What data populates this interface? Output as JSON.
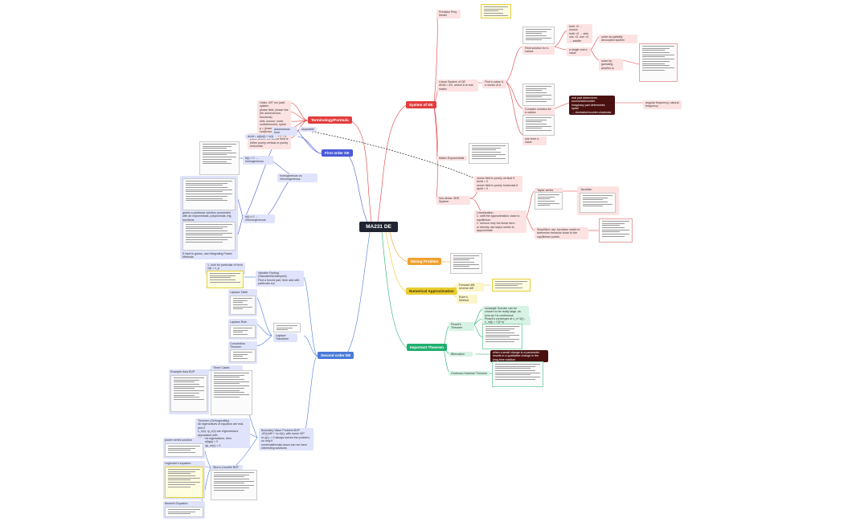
{
  "root": {
    "label": "MA231 DE"
  },
  "colors": {
    "system": "#e23d3d",
    "terminology": "#e23d3d",
    "first_order": "#4a5ad8",
    "second_order": "#4a7ad8",
    "mixing": "#f0a030",
    "numerical": "#e8cc30",
    "theorems": "#1fae6e"
  },
  "terminology": {
    "label": "Terminology/Formula",
    "items": [
      "Order, IVP, ex/ partl. system",
      "phase field, phase line (for autonomous functions)",
      "sink, source, node, undetermined, spiral",
      "p = (trace) + root(trace) = root(trace)",
      "Null Clines: curves in the x-y plane where the vector field is either purely vertical or purely horizontal"
    ]
  },
  "system": {
    "label": "System of DE",
    "predator": "Predator Prey Model",
    "linear": "Linear System of DE\ndX/dt = AX, where A is real matrix",
    "find_eig": "Find e-value & e-vector of A",
    "real_sol": "Real solution for e-values",
    "complex_sol": "Complex solution for e-values",
    "one_term": "one term e-value",
    "both_source": "both >0 → source\nboth <0 → sink\none >0, one <0 → saddle",
    "partially": "solve as partially decoupled system",
    "single": "a single real e-value",
    "guessing": "solve by guessing another w",
    "complex_note": "real part determines source/sink/center\nimaginary part determines spiral\n→ clockwise/counter-clockwise",
    "freq": "angular frequency, natural frequency",
    "matrix": "Matrix Exponentials",
    "nonlinear": "Non-linear ODE System",
    "vf_vertical": "vector field is purely vertical if dx/dt = 0\nvector field is purely horizontal if dy/dt = 0",
    "linearization": "Linearization:\n1. shift the approximation close to equilibrium\n2. remove only the linear term\nor directly use taylor series to approximate",
    "taylor": "Taylor series",
    "jacobian_label": "Jacobian",
    "jacobian_note": "Simplified: use Jacobian matrix to determine behavior close to the equilibrium points"
  },
  "first_order": {
    "label": "First order DE",
    "autonomous": "autonomous form",
    "separable": "separable",
    "ode": "dx/dt = a(t)x(t) + b(t)",
    "homogeneous_branch": "b(t) = 0 → homogeneous",
    "homo_inhomo": "homogeneous vs. inhomogeneous",
    "inhomogeneous": "b(t) ≠ 0 → inhomogeneous",
    "guess_note": "guess a particular solution proceeded with an exponentials, polynomials, trig functions",
    "hard_note": "If hard to guess, use Integrating Factor Methods"
  },
  "second_order": {
    "label": "Second order DE",
    "undetermined_note": "1. look for particular of form x(t) = x_p\n2. substitute dx/dt = x",
    "method": "Variable Finding\n(Standard/Undamped)\nFind a forced part, then add with particular sol.",
    "laplace_table": "Laplace Table",
    "laplace_rule": "Laplace Rule",
    "convolution": "Convolution Theorem\nL(f*g) = L(f) * L(g)",
    "laplace_transform": "Laplace Transform",
    "bvp": "Boundary Value Problem BVP\n-d²(x)/dt² + λx=f(x), with some IVP\nor y(L) = 0 always solves the problem, so only if\nnontrivial/breaks down can we have\ninteresting solutions",
    "example_bvp": "Example from BVP",
    "three_case": "Three Cases analysis",
    "orthogonality": "Theorem (Orthogonality)\nAll eigenvalues of equation are real, and if\nλ_n(x), ψ_n(x) are eigenvectors associated with\ndifferent eigenvalues, then integral(φψ) = 0\nφ_n(x)ψ_m(x) = 0",
    "sturm": "Sturm-Liouville BVP",
    "power": "power series solution",
    "legendre": "Legendre's equation",
    "bessel": "Bessel's Equation"
  },
  "mixing": {
    "label": "Mixing Problem"
  },
  "numerical": {
    "label": "Numerical Approximation",
    "forward": "Forward diff, reverse diff",
    "euler": "Euler's Method"
  },
  "theorems": {
    "label": "Important Theorem",
    "picard": "Picard's Theorem",
    "picard_note1": "rectangle Domain can be chosen to be really large, as long as f is continuous",
    "picard_note2": "Picard's converges at x_n+1(t) - x_n(t)| < C(t^n)",
    "bifurcation": "Bifurcation",
    "bifurcation_note": "when a small change in a parameter results in a qualitative change in the long-time solution",
    "grobman": "Grobman-Hartman Theorem"
  }
}
